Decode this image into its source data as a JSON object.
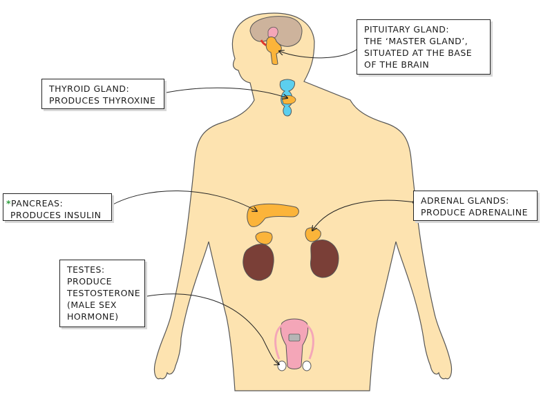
{
  "labels": {
    "pituitary": {
      "title": "PITUITARY GLAND:",
      "lines": [
        "THE ‘MASTER GLAND’,",
        "SITUATED AT THE BASE",
        "OF THE BRAIN"
      ]
    },
    "thyroid": {
      "title": "THYROID GLAND:",
      "lines": [
        "PRODUCES THYROXINE"
      ]
    },
    "pancreas": {
      "marker": "*",
      "title": "PANCREAS:",
      "lines": [
        "PRODUCES INSULIN"
      ]
    },
    "adrenal": {
      "title": "ADRENAL GLANDS:",
      "lines": [
        "PRODUCE ADRENALINE"
      ]
    },
    "testes": {
      "title": "TESTES:",
      "lines": [
        "PRODUCE",
        "TESTOSTERONE",
        "(MALE SEX",
        "HORMONE)"
      ]
    }
  },
  "colors": {
    "skin": "#fde3b0",
    "outline": "#555555",
    "gland_orange": "#fbb43a",
    "thyroid_blue": "#5ccfee",
    "kidney": "#7a3f37",
    "brain": "#cdb39c",
    "reproductive_pink": "#f4a6b8",
    "pituitary_red": "#e0352b",
    "marker_green": "#2e9e3e"
  }
}
